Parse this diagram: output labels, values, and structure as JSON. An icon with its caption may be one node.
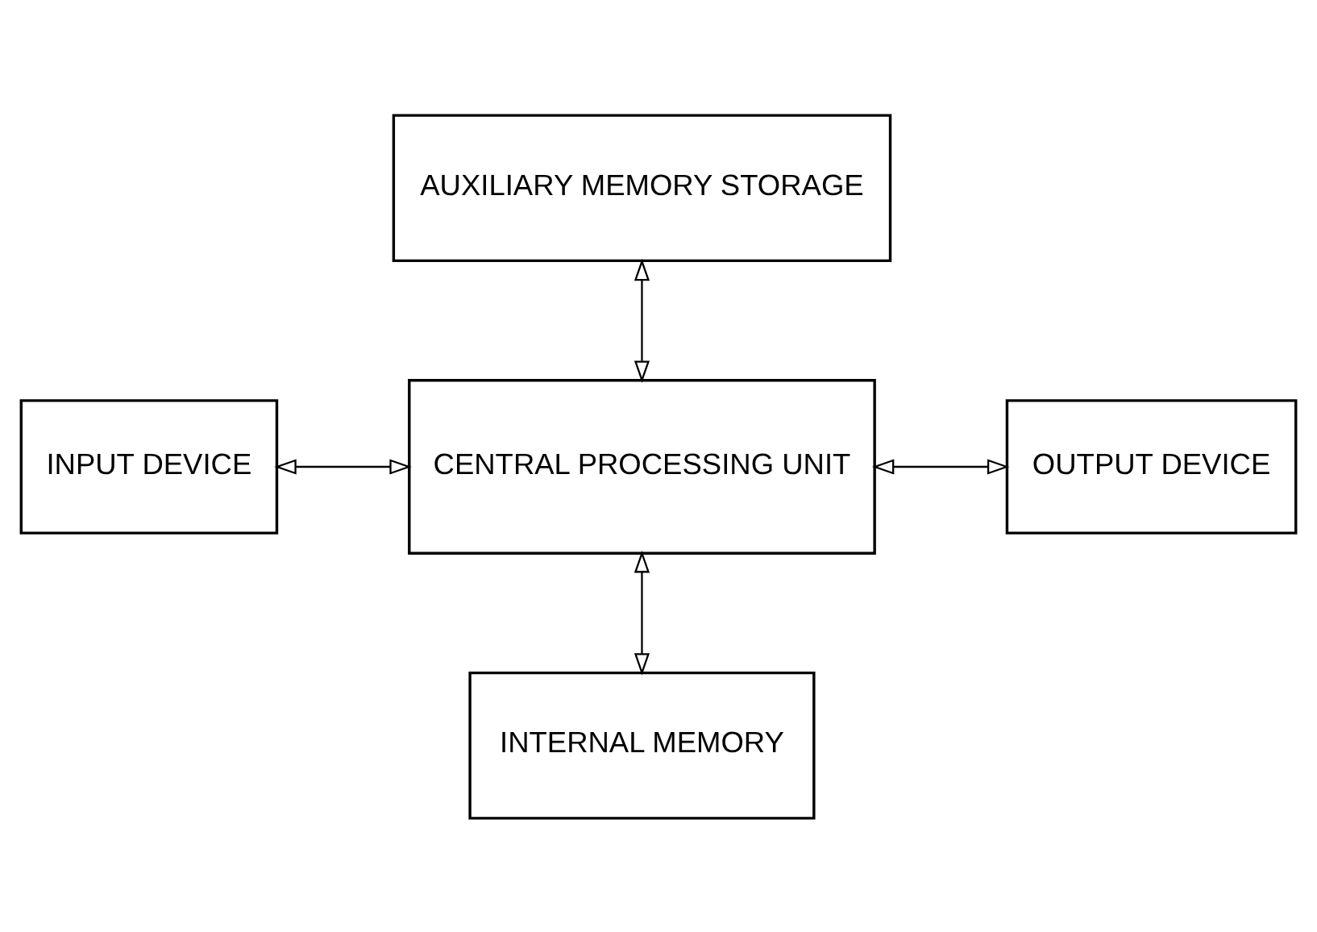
{
  "diagram": {
    "nodes": [
      {
        "text": [
          "AUXILIARY MEMORY STORAGE"
        ]
      },
      {
        "text": [
          "CENTRAL PROCESSING UNIT"
        ]
      },
      {
        "text": [
          "INPUT DEVICE"
        ]
      },
      {
        "text": [
          "OUTPUT DEVICE"
        ]
      },
      {
        "text": [
          "INTERNAL MEMORY"
        ]
      }
    ],
    "edges": [
      {
        "from": 0,
        "to": 1,
        "arrow": "both"
      },
      {
        "from": 2,
        "to": 1,
        "arrow": "both"
      },
      {
        "from": 1,
        "to": 3,
        "arrow": "both"
      },
      {
        "from": 1,
        "to": 4,
        "arrow": "both"
      }
    ]
  }
}
